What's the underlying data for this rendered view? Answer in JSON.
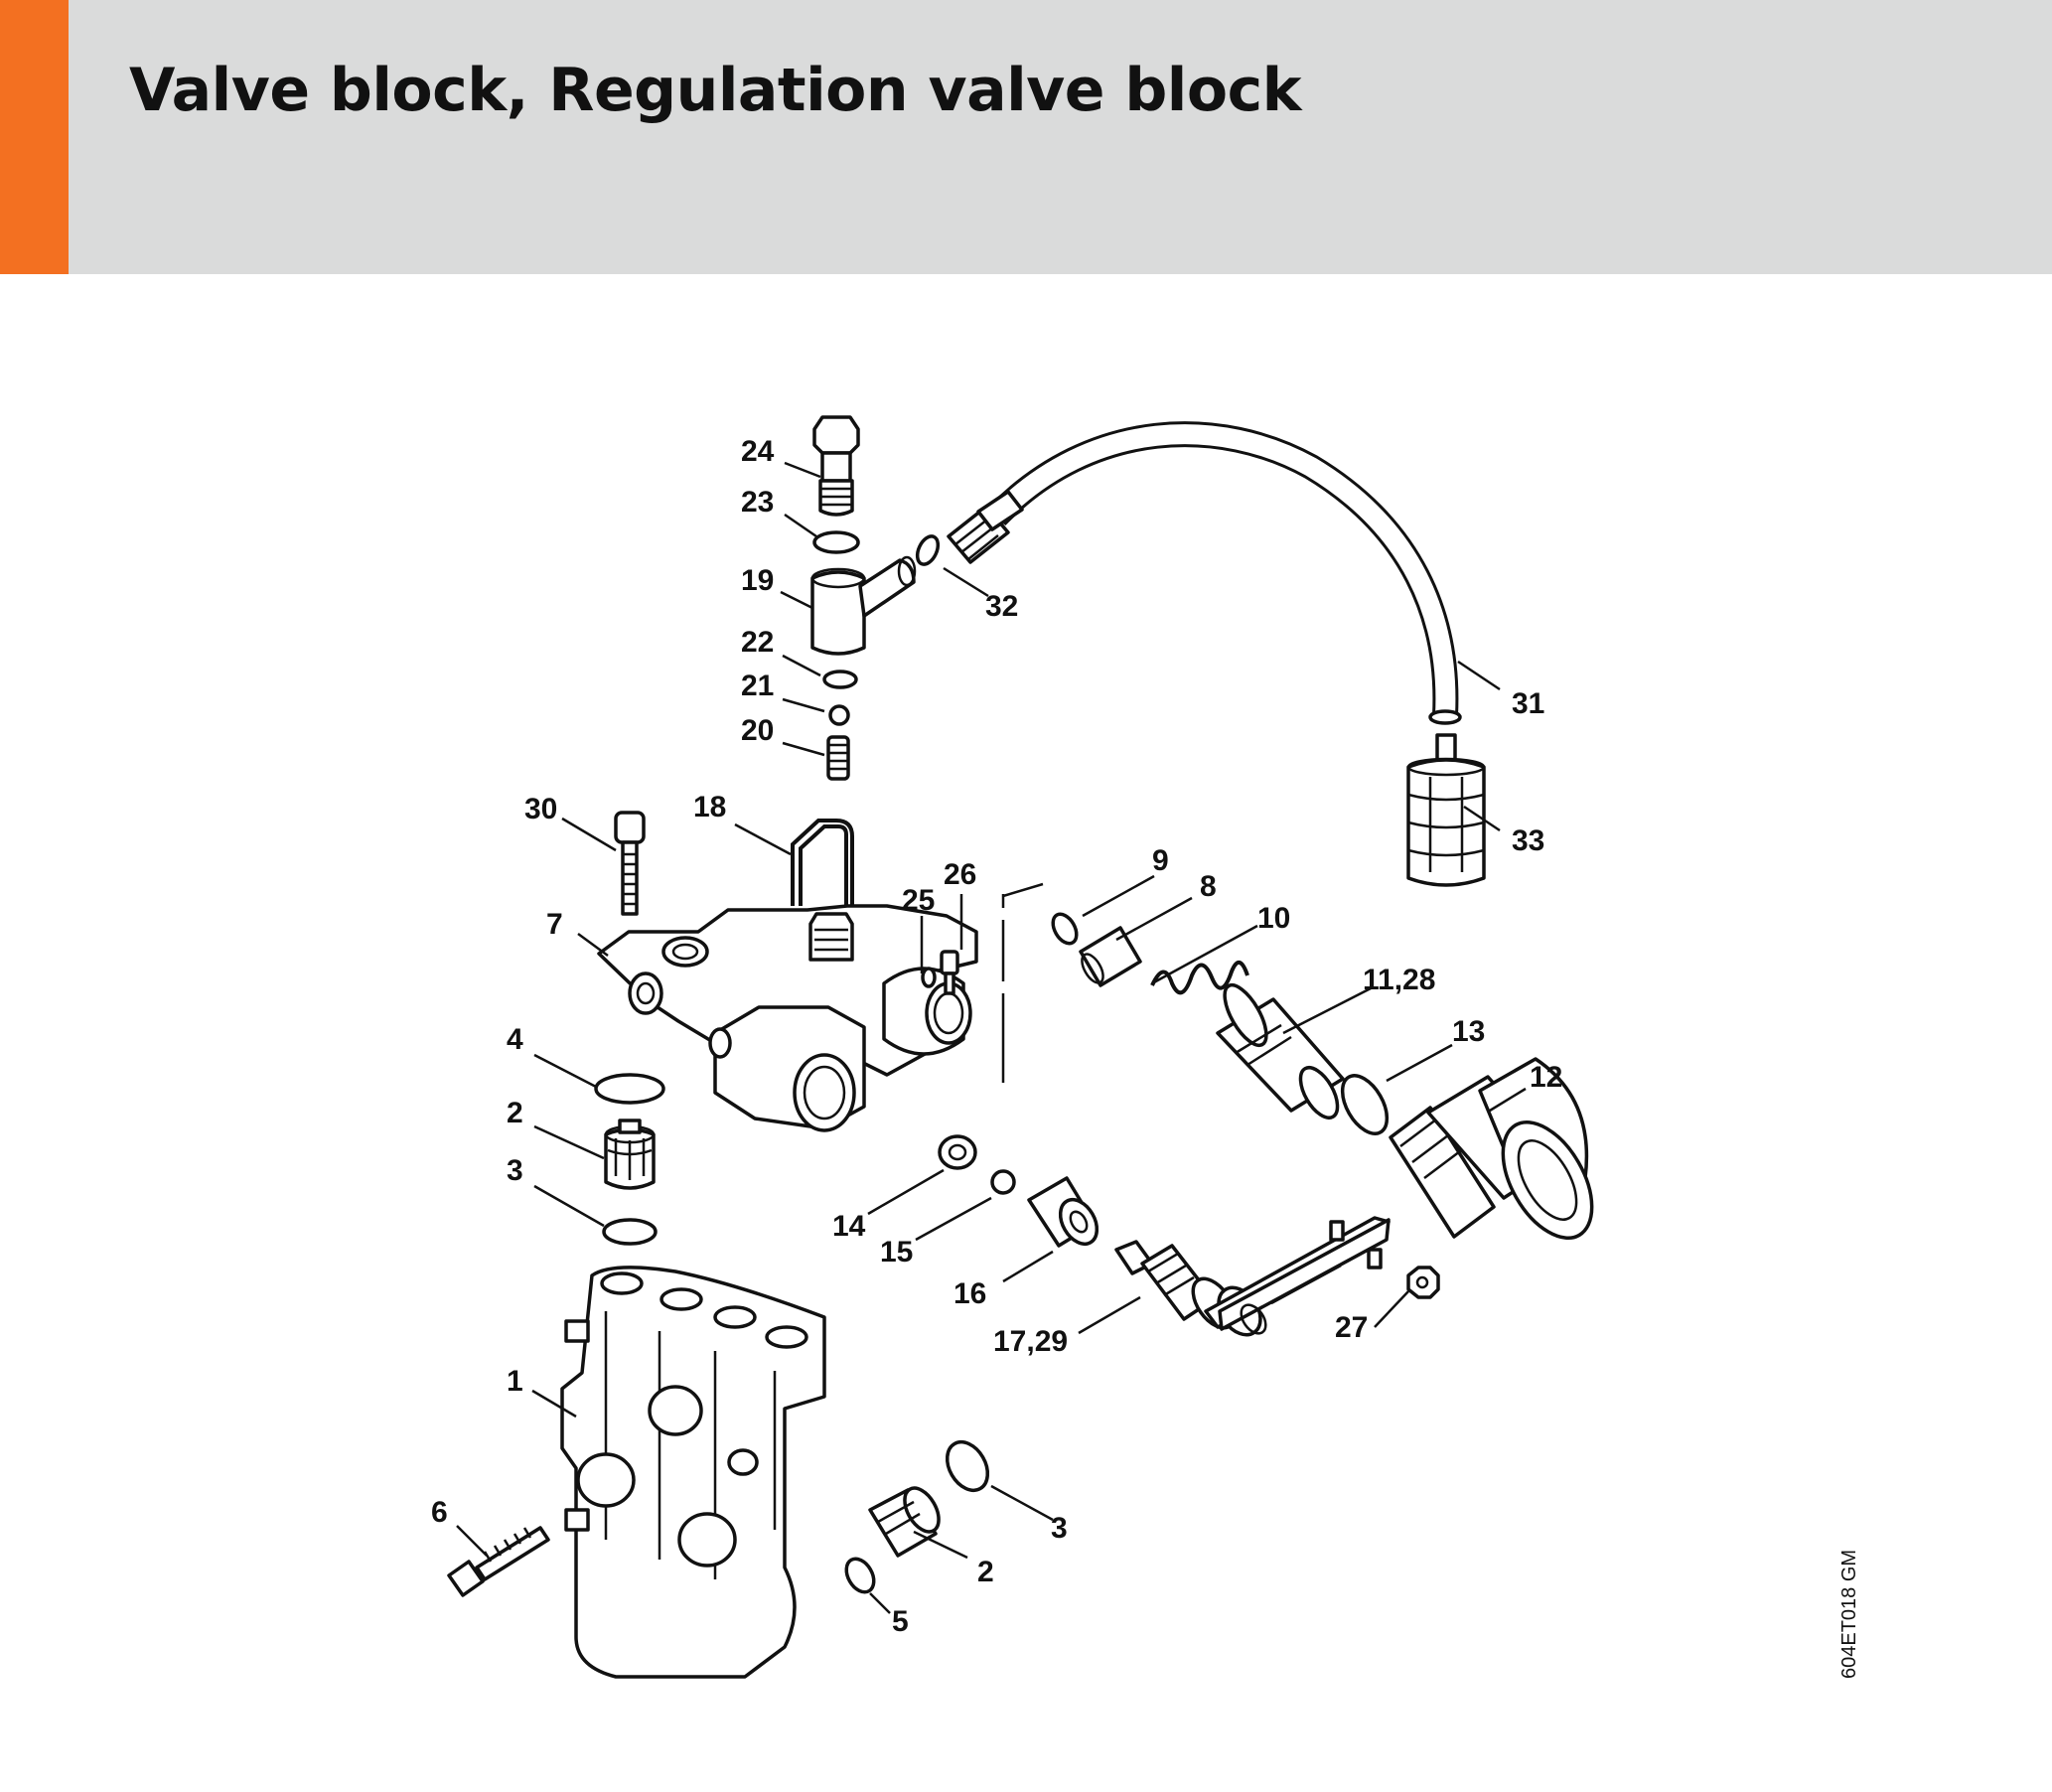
{
  "page": {
    "title": "Valve block, Regulation valve block",
    "accent_color": "#f37021",
    "header_color": "#dadbdb"
  },
  "drawing": {
    "reference": "604ET018 GM"
  },
  "callouts": [
    {
      "id": "c24",
      "label": "24"
    },
    {
      "id": "c23",
      "label": "23"
    },
    {
      "id": "c19",
      "label": "19"
    },
    {
      "id": "c32",
      "label": "32"
    },
    {
      "id": "c22",
      "label": "22"
    },
    {
      "id": "c21",
      "label": "21"
    },
    {
      "id": "c20",
      "label": "20"
    },
    {
      "id": "c31",
      "label": "31"
    },
    {
      "id": "c18",
      "label": "18"
    },
    {
      "id": "c30",
      "label": "30"
    },
    {
      "id": "c33",
      "label": "33"
    },
    {
      "id": "c9",
      "label": "9"
    },
    {
      "id": "c26",
      "label": "26"
    },
    {
      "id": "c25",
      "label": "25"
    },
    {
      "id": "c8",
      "label": "8"
    },
    {
      "id": "c7",
      "label": "7"
    },
    {
      "id": "c10",
      "label": "10"
    },
    {
      "id": "c11-28",
      "label": "11,28"
    },
    {
      "id": "c4",
      "label": "4"
    },
    {
      "id": "c13",
      "label": "13"
    },
    {
      "id": "c12",
      "label": "12"
    },
    {
      "id": "c2a",
      "label": "2"
    },
    {
      "id": "c3a",
      "label": "3"
    },
    {
      "id": "c14",
      "label": "14"
    },
    {
      "id": "c15",
      "label": "15"
    },
    {
      "id": "c16",
      "label": "16"
    },
    {
      "id": "c27",
      "label": "27"
    },
    {
      "id": "c17-29",
      "label": "17,29"
    },
    {
      "id": "c1",
      "label": "1"
    },
    {
      "id": "c6",
      "label": "6"
    },
    {
      "id": "c3b",
      "label": "3"
    },
    {
      "id": "c2b",
      "label": "2"
    },
    {
      "id": "c5",
      "label": "5"
    }
  ]
}
